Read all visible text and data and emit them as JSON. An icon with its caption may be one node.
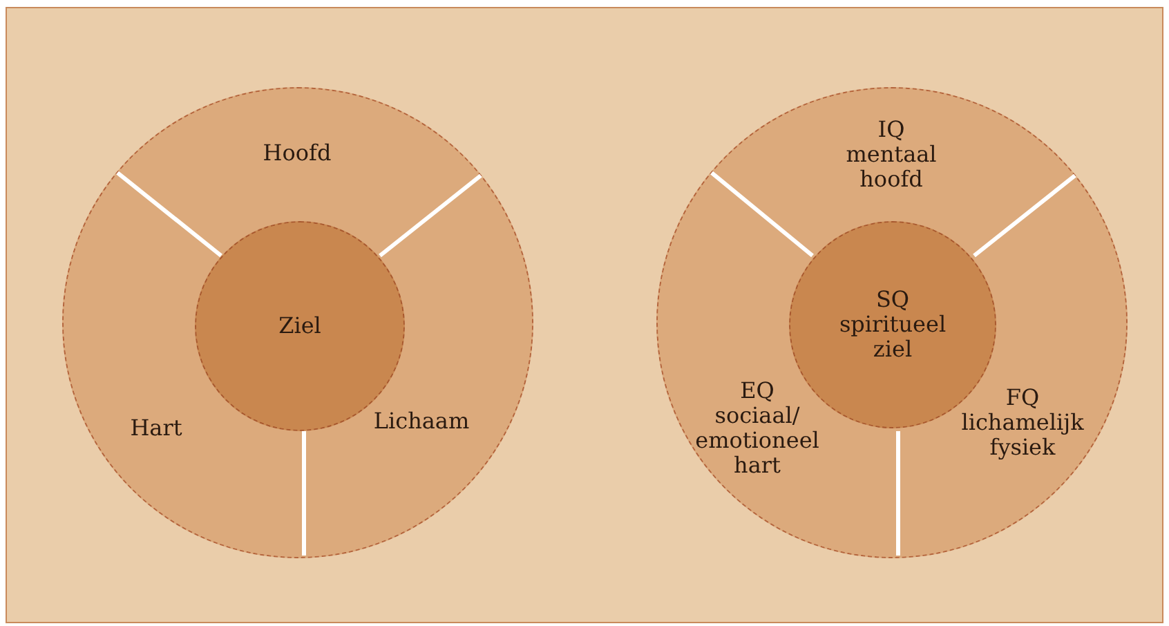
{
  "diagram": {
    "nodes": [
      {
        "text": [],
        "shape": "circle"
      },
      {
        "text": [
          "Hoofd"
        ],
        "in": 0
      },
      {
        "text": [
          "Ziel"
        ],
        "in": 0
      },
      {
        "text": [
          "Hart"
        ],
        "in": 0
      },
      {
        "text": [
          "Lichaam"
        ],
        "in": 0
      },
      {
        "text": [],
        "shape": "circle"
      },
      {
        "text": [
          "IQ",
          "mentaal",
          "hoofd"
        ],
        "in": 5
      },
      {
        "text": [
          "SQ",
          "spiritueel",
          "ziel"
        ],
        "in": 5
      },
      {
        "text": [
          "EQ",
          "sociaal/ emotioneel",
          "hart"
        ],
        "in": 5
      },
      {
        "text": [
          "FQ",
          "lichamelijk",
          "fysiek"
        ],
        "in": 5
      }
    ],
    "edges": []
  }
}
